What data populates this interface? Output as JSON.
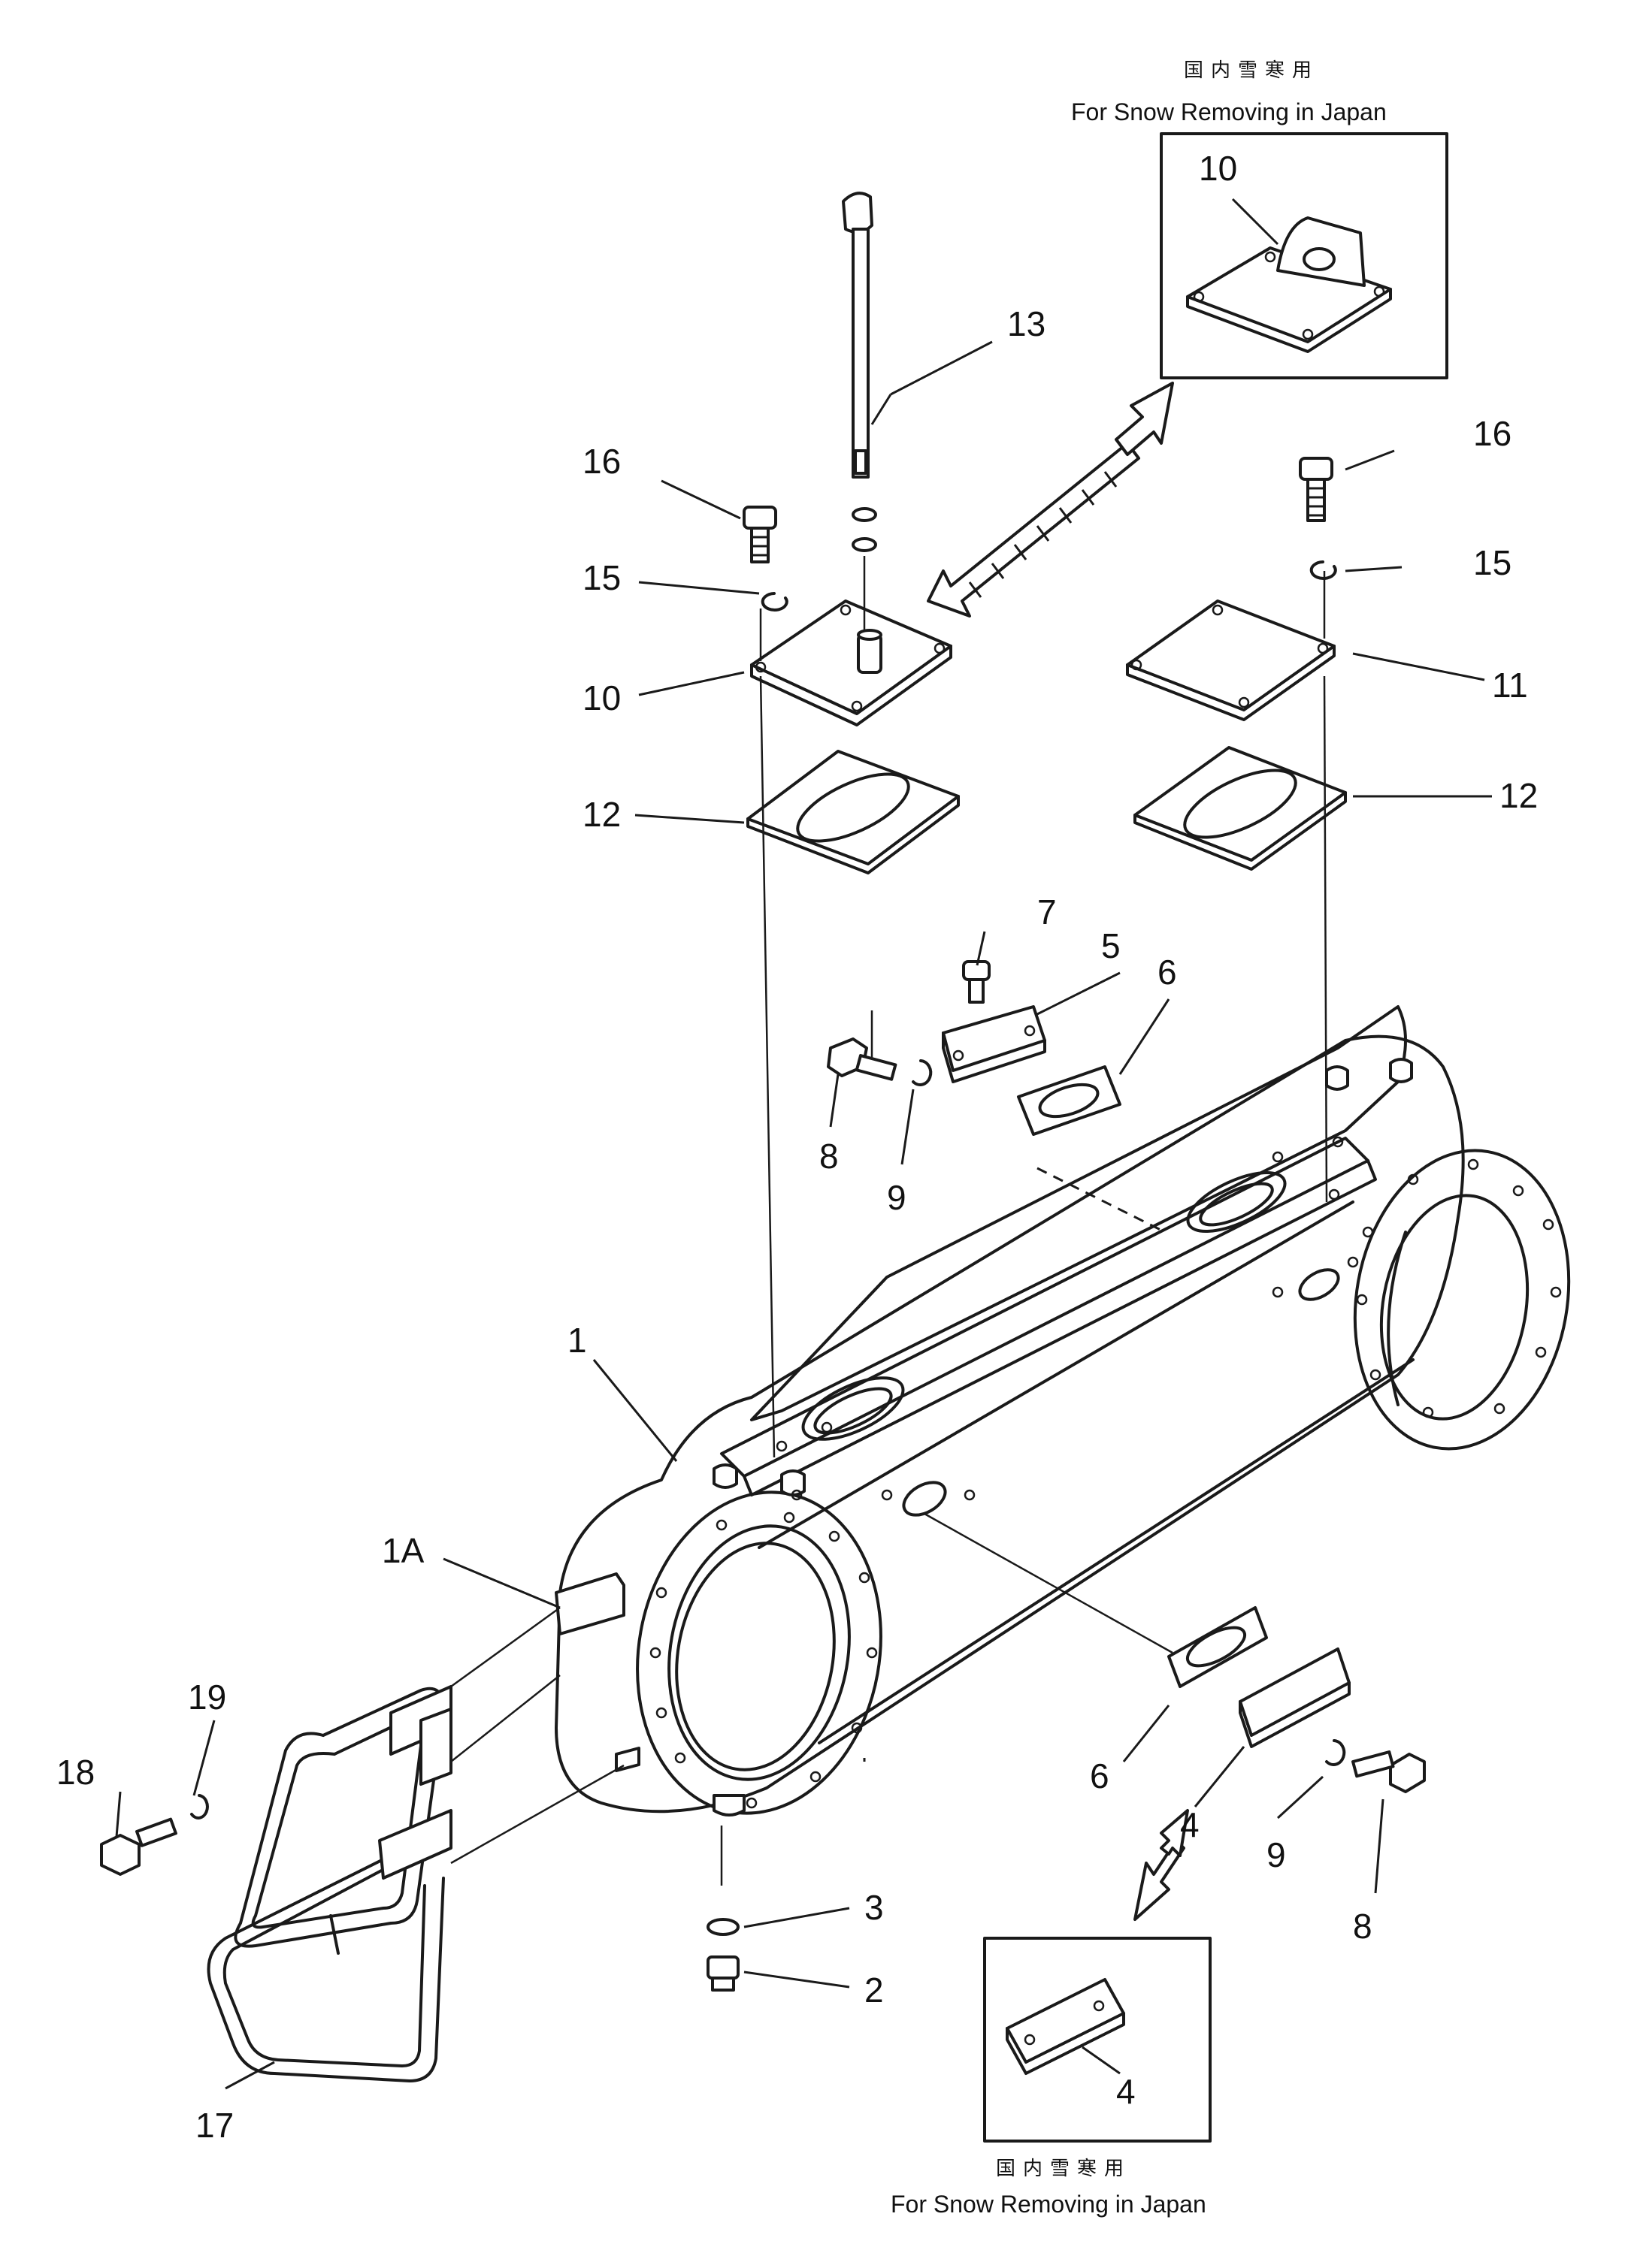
{
  "callouts": {
    "n1": "1",
    "n1A": "1A",
    "n2": "2",
    "n3": "3",
    "n4a": "4",
    "n4b": "4",
    "n5": "5",
    "n6a": "6",
    "n6b": "6",
    "n7": "7",
    "n8a": "8",
    "n8b": "8",
    "n9a": "9",
    "n9b": "9",
    "n10a": "10",
    "n10b": "10",
    "n11": "11",
    "n12a": "12",
    "n12b": "12",
    "n13": "13",
    "n15a": "15",
    "n15b": "15",
    "n16a": "16",
    "n16b": "16",
    "n17": "17",
    "n18": "18",
    "n19": "19"
  },
  "insets": {
    "top": {
      "jp": "国内雪寒用",
      "en": "For Snow Removing in Japan"
    },
    "bottom": {
      "jp": "国内雪寒用",
      "en": "For Snow Removing in Japan"
    }
  }
}
